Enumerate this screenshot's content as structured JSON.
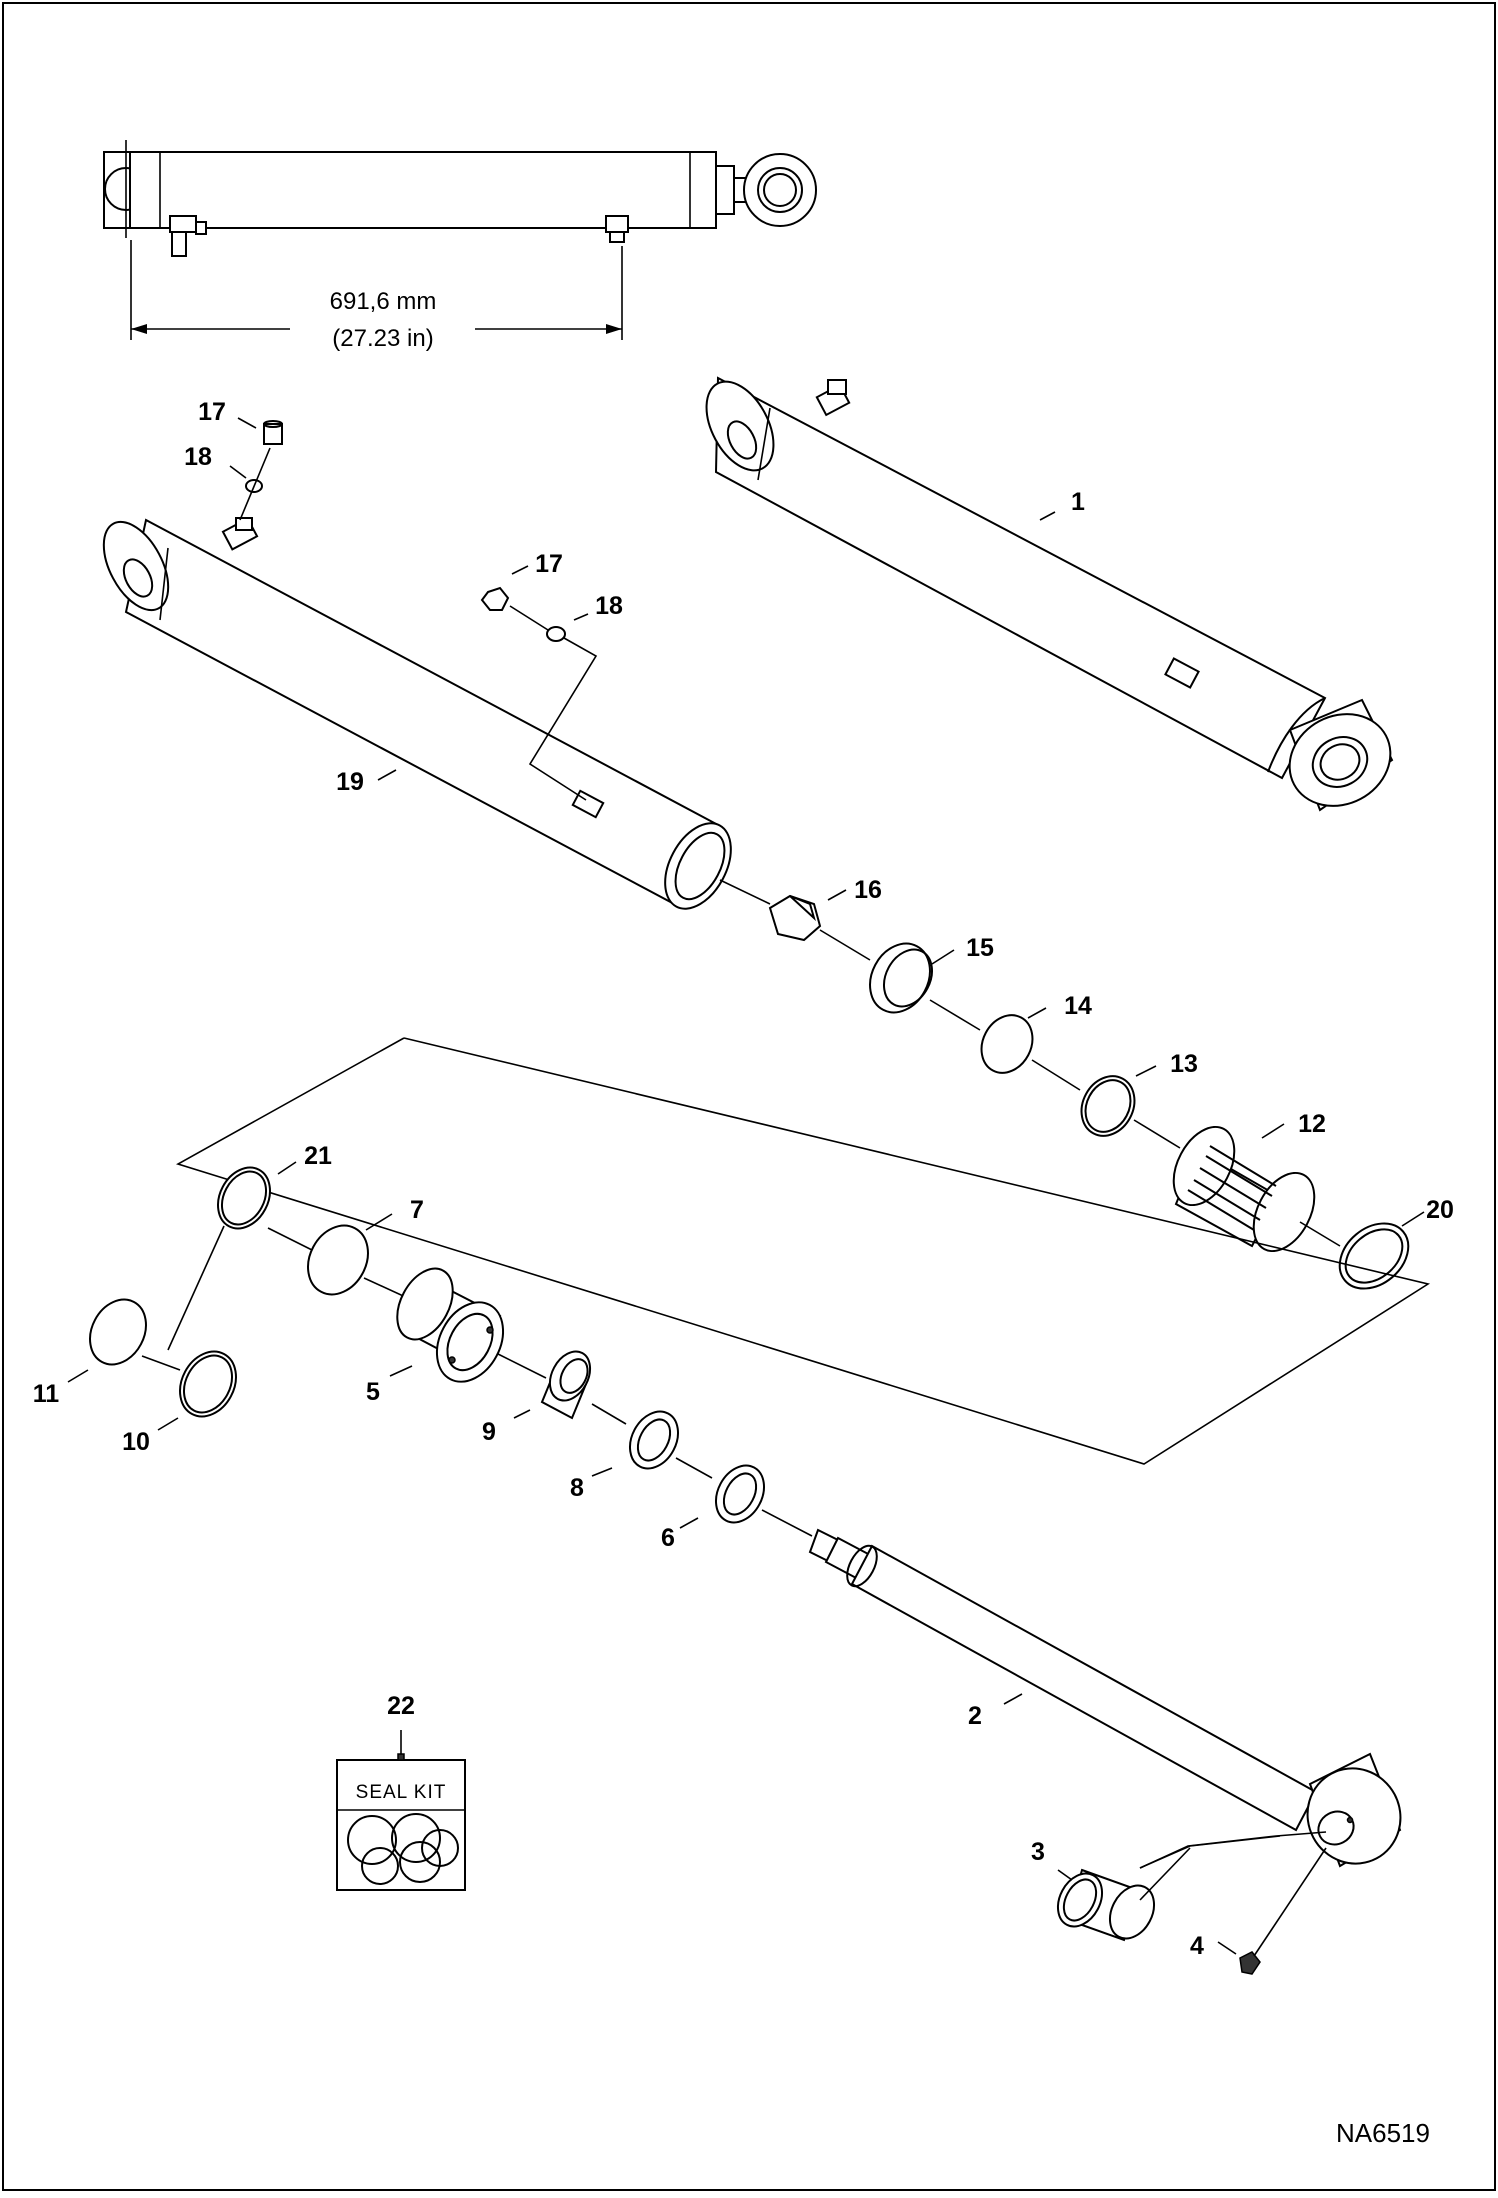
{
  "dimension": {
    "metric": "691,6 mm",
    "imperial": "(27.23 in)"
  },
  "callouts": [
    {
      "id": "p1",
      "label": "1"
    },
    {
      "id": "p2",
      "label": "2"
    },
    {
      "id": "p3",
      "label": "3"
    },
    {
      "id": "p4",
      "label": "4"
    },
    {
      "id": "p5",
      "label": "5"
    },
    {
      "id": "p6",
      "label": "6"
    },
    {
      "id": "p7",
      "label": "7"
    },
    {
      "id": "p8",
      "label": "8"
    },
    {
      "id": "p9",
      "label": "9"
    },
    {
      "id": "p10",
      "label": "10"
    },
    {
      "id": "p11",
      "label": "11"
    },
    {
      "id": "p12",
      "label": "12"
    },
    {
      "id": "p13",
      "label": "13"
    },
    {
      "id": "p14",
      "label": "14"
    },
    {
      "id": "p15",
      "label": "15"
    },
    {
      "id": "p16",
      "label": "16"
    },
    {
      "id": "p17a",
      "label": "17"
    },
    {
      "id": "p17b",
      "label": "17"
    },
    {
      "id": "p18a",
      "label": "18"
    },
    {
      "id": "p18b",
      "label": "18"
    },
    {
      "id": "p19",
      "label": "19"
    },
    {
      "id": "p20",
      "label": "20"
    },
    {
      "id": "p21",
      "label": "21"
    },
    {
      "id": "p22",
      "label": "22"
    }
  ],
  "seal_kit": {
    "label": "SEAL KIT"
  },
  "drawing_code": "NA6519"
}
